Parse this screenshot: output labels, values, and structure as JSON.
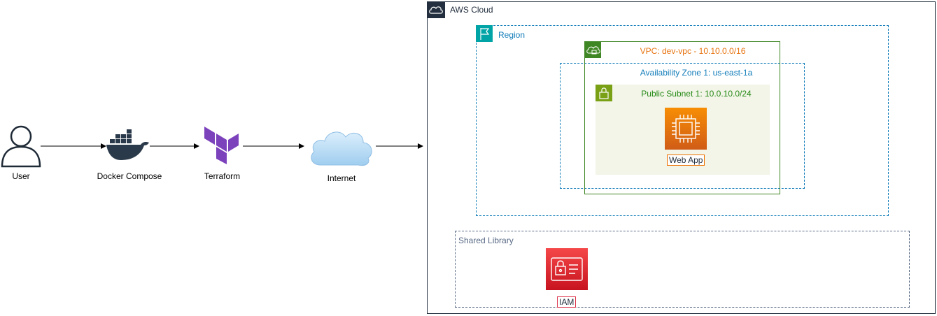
{
  "nodes": {
    "user": "User",
    "docker": "Docker Compose",
    "terraform": "Terraform",
    "internet": "Internet"
  },
  "groups": {
    "aws_cloud": "AWS Cloud",
    "region": "Region",
    "vpc": "VPC: dev-vpc - 10.10.0.0/16",
    "availability_zone": "Availability Zone 1:  us-east-1a",
    "public_subnet": "Public Subnet 1: 10.0.10.0/24",
    "shared_library": "Shared Library"
  },
  "services": {
    "web_app": "Web App",
    "iam": "IAM"
  },
  "colors": {
    "aws_cloud": "#232f3e",
    "region": "#147eba",
    "vpc": "#3f8624",
    "vpc_label": "#e7730f",
    "subnet_fill": "#f2f5e8",
    "subnet_badge": "#7aa116",
    "subnet_label": "#248814",
    "ec2": "#ed7100",
    "iam": "#dd344c",
    "terraform": "#7b42bc",
    "docker": "#2b3a4a"
  },
  "icons": [
    "user-icon",
    "docker-icon",
    "terraform-icon",
    "cloud-icon",
    "aws-cloud-icon",
    "region-flag-icon",
    "vpc-cloud-lock-icon",
    "subnet-lock-icon",
    "ec2-chip-icon",
    "iam-id-icon"
  ]
}
